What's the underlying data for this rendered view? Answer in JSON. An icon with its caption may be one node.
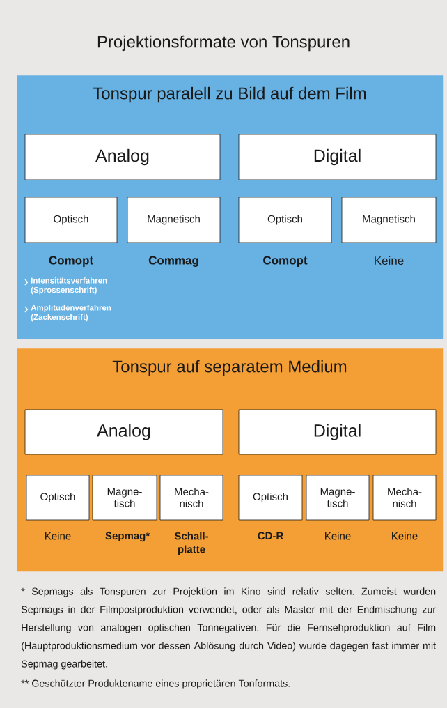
{
  "diagram": {
    "title": "Projektionsformate von Tonspuren",
    "nodes": [
      {
        "text": [
          "Tonspur paralell zu Bild auf dem Film"
        ]
      },
      {
        "text": [
          "Analog"
        ],
        "in": 0
      },
      {
        "text": [
          "Digital"
        ],
        "in": 0
      },
      {
        "text": [
          "Optisch"
        ],
        "in": 0,
        "beside": [
          "Comopt"
        ]
      },
      {
        "text": [
          "Magnetisch"
        ],
        "in": 0,
        "beside": [
          "Commag"
        ]
      },
      {
        "text": [
          "Optisch"
        ],
        "in": 0,
        "beside": [
          "Comopt"
        ]
      },
      {
        "text": [
          "Magnetisch"
        ],
        "in": 0,
        "beside": [
          "Keine"
        ]
      },
      {
        "text": [
          "Tonspur auf separatem Medium"
        ]
      },
      {
        "text": [
          "Analog"
        ],
        "in": 7
      },
      {
        "text": [
          "Digital"
        ],
        "in": 7
      },
      {
        "text": [
          "Optisch"
        ],
        "in": 7,
        "beside": [
          "Keine"
        ]
      },
      {
        "text": [
          "Magne-tisch"
        ],
        "in": 7,
        "beside": [
          "Sepmag*"
        ]
      },
      {
        "text": [
          "Mecha-nisch"
        ],
        "in": 7,
        "beside": [
          "Schall-platte"
        ]
      },
      {
        "text": [
          "Optisch"
        ],
        "in": 7,
        "beside": [
          "CD-R"
        ]
      },
      {
        "text": [
          "Magne-tisch"
        ],
        "in": 7,
        "beside": [
          "Keine"
        ]
      },
      {
        "text": [
          "Mecha-nisch"
        ],
        "in": 7,
        "beside": [
          "Keine"
        ]
      }
    ],
    "edges": [],
    "labels": [
      "Intensitätsverfahren (Sprossenschrift)",
      "Amplitudenverfahren (Zackenschrift)",
      "* Sepmags als Tonspuren zur Projektion im Kino sind relativ selten. Zumeist wurden Sepmags in der Filmpostproduktion verwendet, oder als Master mit der Endmischung zur Herstellung von analogen optischen Tonnegativen. Für die Fernsehproduktion auf Film (Hauptproduktionsmedium vor dessen Ablösung durch Video) wurde dagegen fast immer mit Sepmag gearbeitet.",
      "** Geschützter Produktename eines proprietären Tonformats."
    ]
  }
}
